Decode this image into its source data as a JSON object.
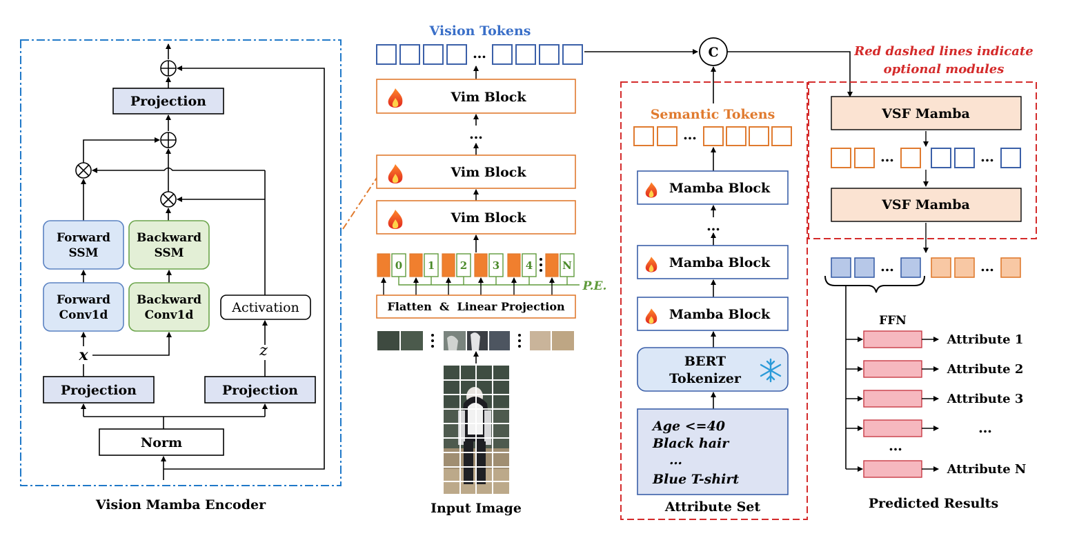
{
  "encoder": {
    "caption": "Vision Mamba Encoder",
    "projection_top": "Projection",
    "forward_ssm": [
      "Forward",
      "SSM"
    ],
    "backward_ssm": [
      "Backward",
      "SSM"
    ],
    "forward_conv": [
      "Forward",
      "Conv1d"
    ],
    "backward_conv": [
      "Backward",
      "Conv1d"
    ],
    "activation": "Activation",
    "projection_left": "Projection",
    "projection_right": "Projection",
    "norm": "Norm",
    "var_x": "x",
    "var_z": "z",
    "plus_symbol": "⊕",
    "times_symbol": "⊗"
  },
  "vision": {
    "tokens_label": "Vision Tokens",
    "vim_block_1": "Vim Block",
    "vim_block_2": "Vim Block",
    "vim_block_3": "Vim Block",
    "ellipsis": "…",
    "flatten_label": "Flatten  &  Linear Projection",
    "pe_label": "P.E.",
    "pos_indices": [
      "0",
      "1",
      "2",
      "3",
      "4",
      "N"
    ],
    "input_caption": "Input Image"
  },
  "concat_symbol": "C",
  "attribute": {
    "semantic_tokens_label": "Semantic Tokens",
    "mamba_block_1": "Mamba Block",
    "mamba_block_2": "Mamba Block",
    "mamba_block_3": "Mamba Block",
    "bert": [
      "BERT",
      "Tokenizer"
    ],
    "attributes_text": [
      "Age <=40",
      "Black hair",
      "…",
      "Blue T-shirt"
    ],
    "caption": "Attribute Set"
  },
  "optional": {
    "note": [
      "Red dashed lines indicate",
      "optional modules"
    ],
    "vsf_mamba_1": "VSF Mamba",
    "vsf_mamba_2": "VSF Mamba"
  },
  "results": {
    "ffn_label": "FFN",
    "attributes": [
      "Attribute 1",
      "Attribute 2",
      "Attribute 3",
      "…",
      "Attribute N"
    ],
    "ellipsis": "…",
    "caption": "Predicted Results"
  },
  "colors": {
    "blue_token": "#3a5fa8",
    "orange_token": "#e07a2e",
    "lavender_fill": "#dde3f3",
    "forward_fill": "#dbe7f7",
    "backward_fill": "#e3efd6",
    "vsf_fill": "#fbe3d2",
    "ffn_fill": "#f6b8bf",
    "red_dash": "#d42a2a",
    "blue_dash": "#1f78c8",
    "green_pe": "#5e9a3a"
  }
}
